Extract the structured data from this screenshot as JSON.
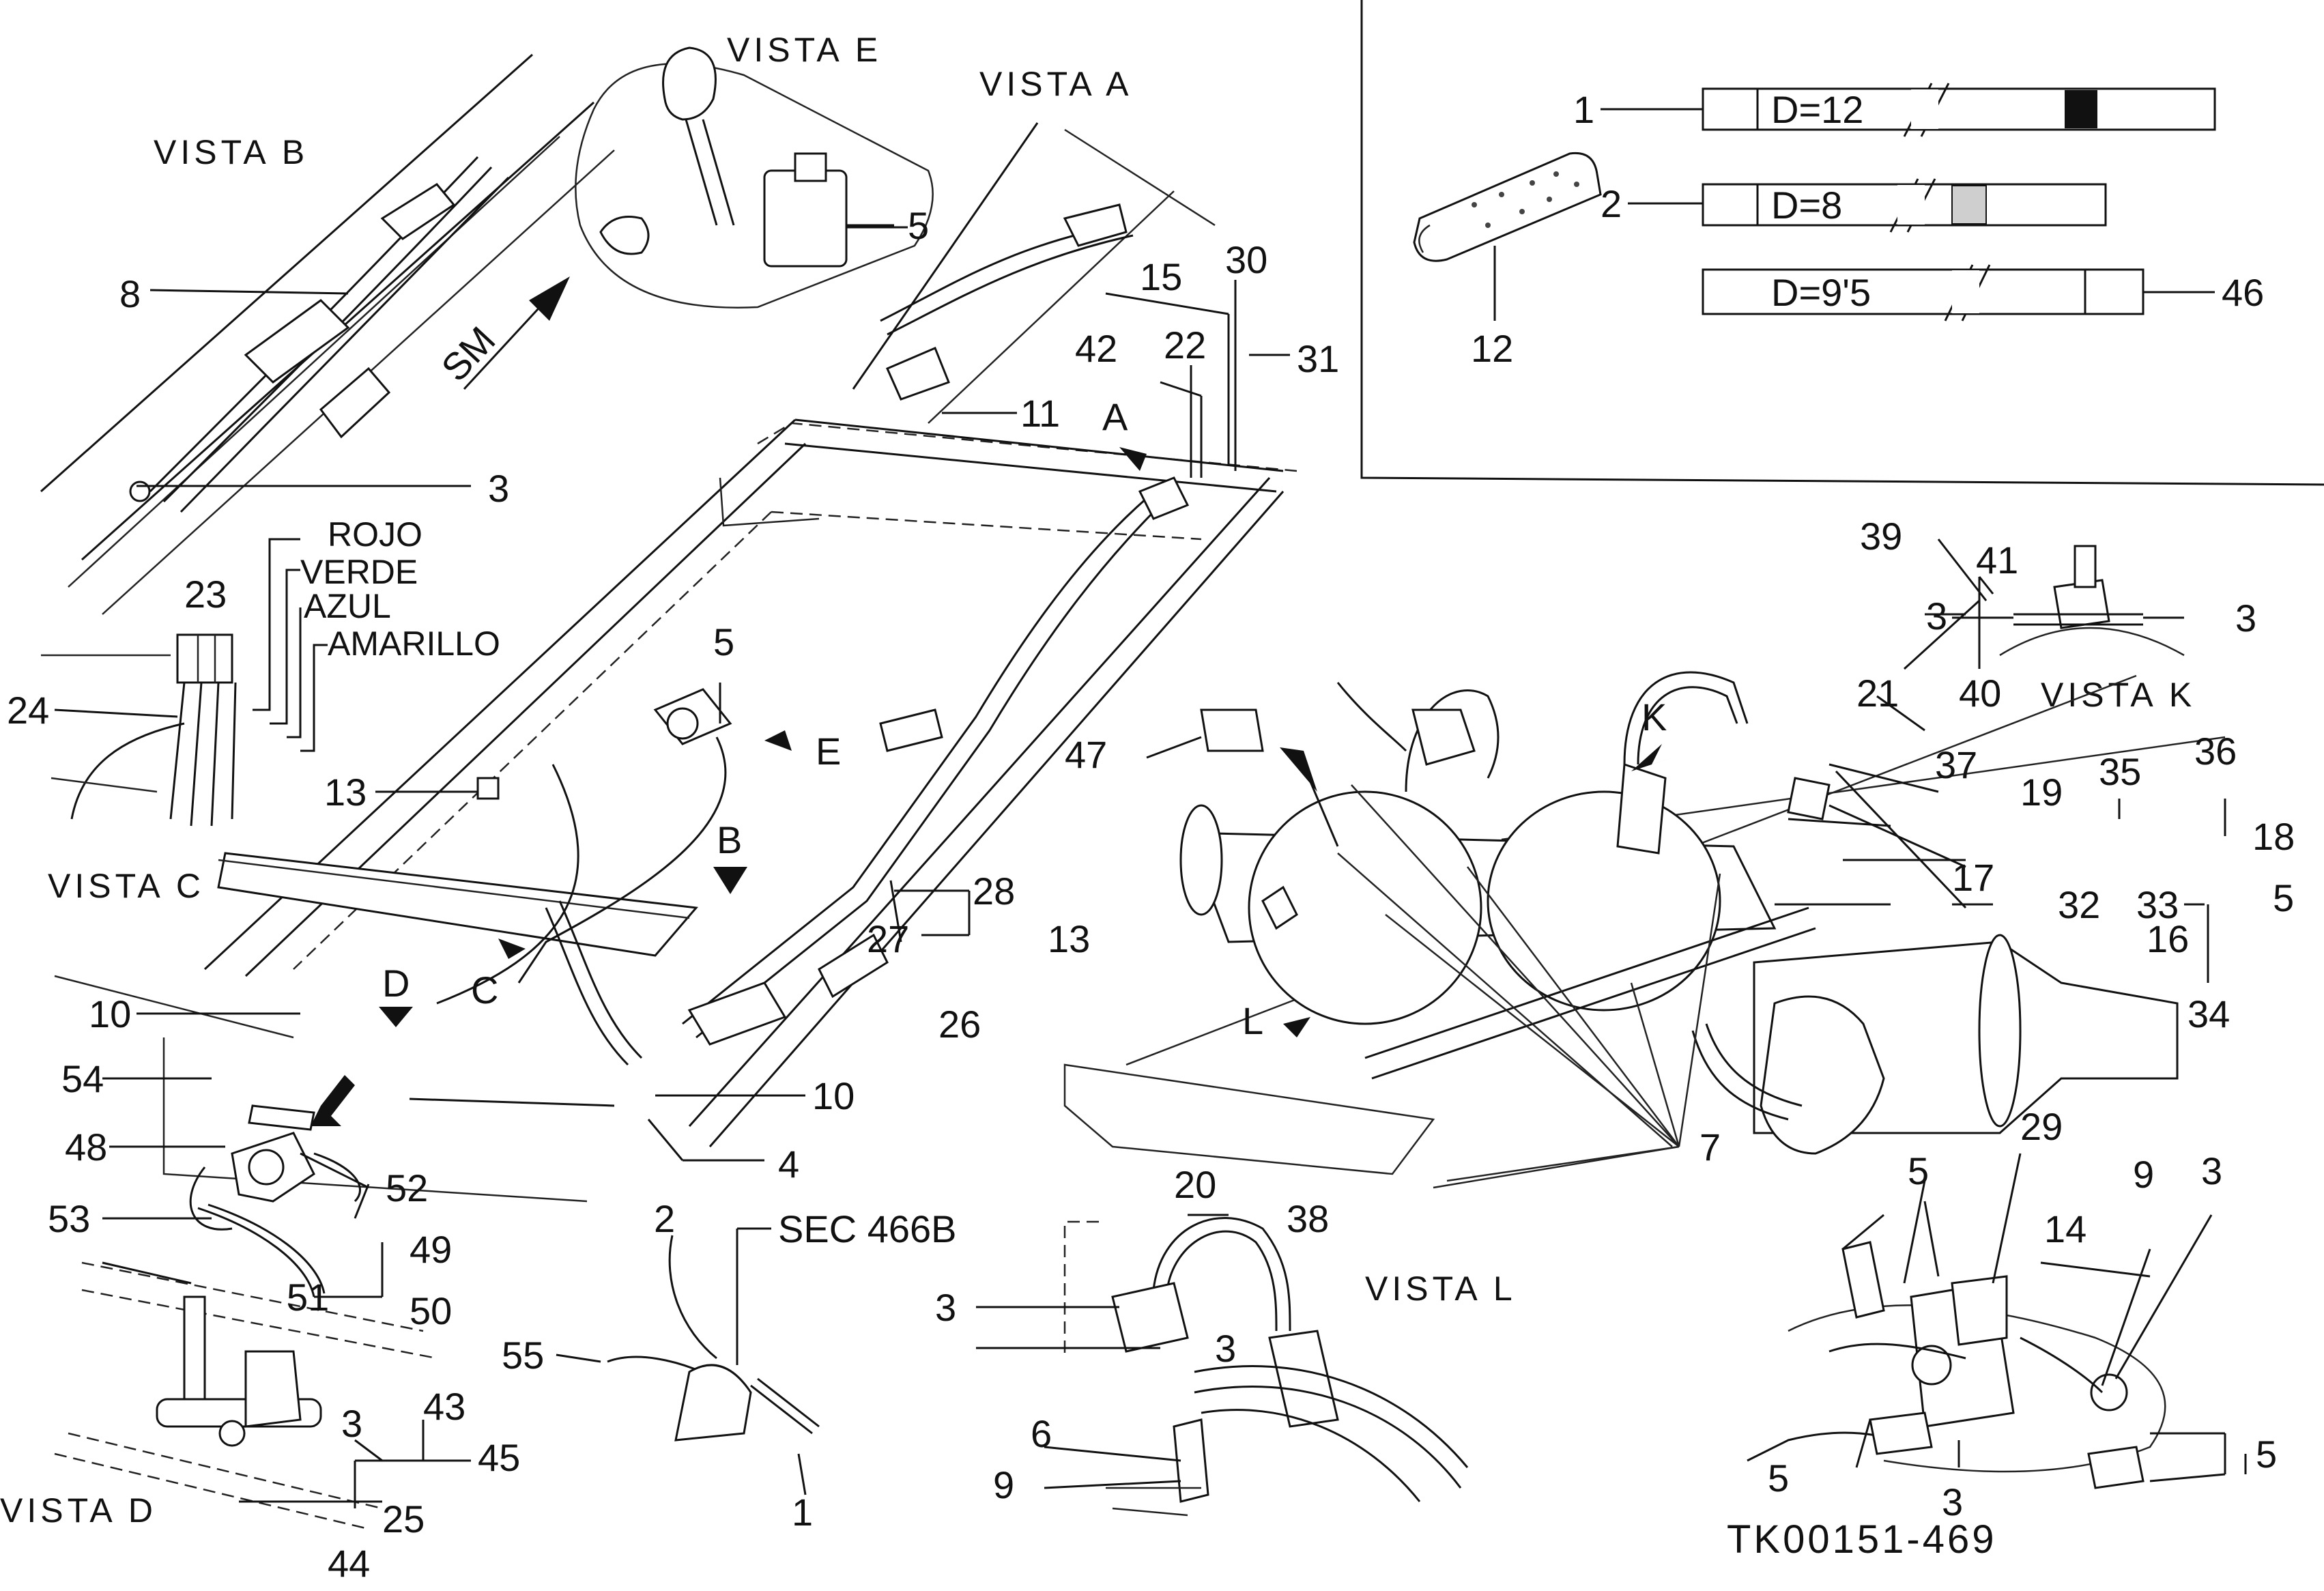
{
  "views": {
    "b": "VISTA B",
    "e": "VISTA E",
    "a": "VISTA A",
    "c": "VISTA C",
    "k": "VISTA K",
    "l": "VISTA L",
    "d": "VISTA D"
  },
  "legend": {
    "d12": "D=12",
    "d8": "D=8",
    "d95": "D=9'5"
  },
  "wire_colors": [
    "ROJO",
    "VERDE",
    "AZUL",
    "AMARILLO"
  ],
  "arrow_letters": [
    "A",
    "B",
    "C",
    "D",
    "E",
    "K",
    "L"
  ],
  "direction_label": "SM",
  "section_ref": "SEC 466B",
  "drawing_code": "TK00151-469",
  "callouts": [
    "1",
    "2",
    "3",
    "4",
    "5",
    "6",
    "7",
    "8",
    "9",
    "10",
    "11",
    "12",
    "13",
    "14",
    "15",
    "16",
    "17",
    "18",
    "19",
    "20",
    "21",
    "22",
    "23",
    "24",
    "25",
    "26",
    "27",
    "28",
    "29",
    "30",
    "31",
    "32",
    "33",
    "34",
    "35",
    "36",
    "37",
    "38",
    "39",
    "40",
    "41",
    "42",
    "43",
    "44",
    "45",
    "46",
    "47",
    "48",
    "49",
    "50",
    "51",
    "52",
    "53",
    "54",
    "55"
  ]
}
